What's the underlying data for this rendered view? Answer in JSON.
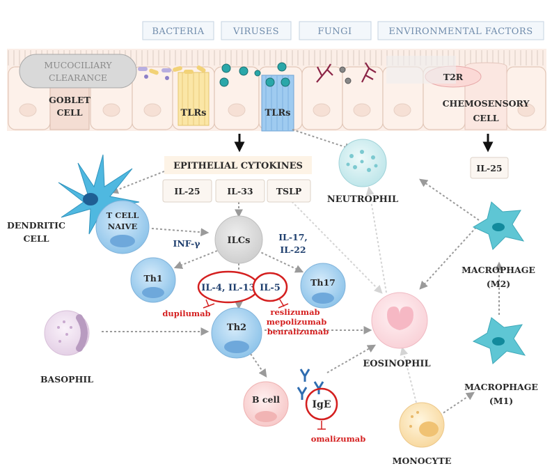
{
  "pathogens": [
    "BACTERIA",
    "VIRUSES",
    "FUNGI",
    "ENVIRONMENTAL FACTORS"
  ],
  "epithelium": {
    "mucociliary_line1": "MUCOCILIARY",
    "mucociliary_line2": "CLEARANCE",
    "goblet_line1": "GOBLET",
    "goblet_line2": "CELL",
    "tlrs_left": "TLRs",
    "tlrs_right": "TLRs",
    "t2r": "T2R",
    "chemosensory_line1": "CHEMOSENSORY",
    "chemosensory_line2": "CELL"
  },
  "cytokines": {
    "header": "EPITHELIAL CYTOKINES",
    "il25": "IL-25",
    "il33": "IL-33",
    "tslp": "TSLP",
    "il25_right": "IL-25"
  },
  "cells": {
    "neutrophil": "NEUTROPHIL",
    "dendritic_line1": "DENDRITIC",
    "dendritic_line2": "CELL",
    "tcell_line1": "T  CELL",
    "tcell_line2": "NAIVE",
    "ilcs": "ILCs",
    "th1": "Th1",
    "th17": "Th17",
    "th2": "Th2",
    "bcell": "B cell",
    "ige": "IgE",
    "basophil": "BASOPHIL",
    "eosinophil": "EOSINOPHIL",
    "monocyte": "MONOCYTE",
    "macro_m2_line1": "MACROPHAGE",
    "macro_m2_line2": "(M2)",
    "macro_m1_line1": "MACROPHAGE",
    "macro_m1_line2": "(M1)"
  },
  "mediators": {
    "inf_gamma": "INF-γ",
    "il17_line1": "IL-17,",
    "il17_line2": "IL-22",
    "il4_il13": "IL-4, IL-13",
    "il5": "IL-5"
  },
  "drugs": {
    "dupilumab": "dupilumab",
    "reslizumab": "reslizumab",
    "mepolizumab": "mepolizumab",
    "benralizumab": "benralizumab",
    "omalizumab": "omalizumab"
  },
  "colors": {
    "cell_blue": "#8ec4ea",
    "neutrophil": "#cfeef0",
    "eosinophil": "#fde0e4",
    "monocyte": "#fbe3b0",
    "basophil": "#efe1ef",
    "macrophage": "#5ec6d4",
    "dendritic": "#4fb8e0",
    "inhibitor_red": "#d41f1f",
    "label_blue": "#1f3f6e"
  }
}
